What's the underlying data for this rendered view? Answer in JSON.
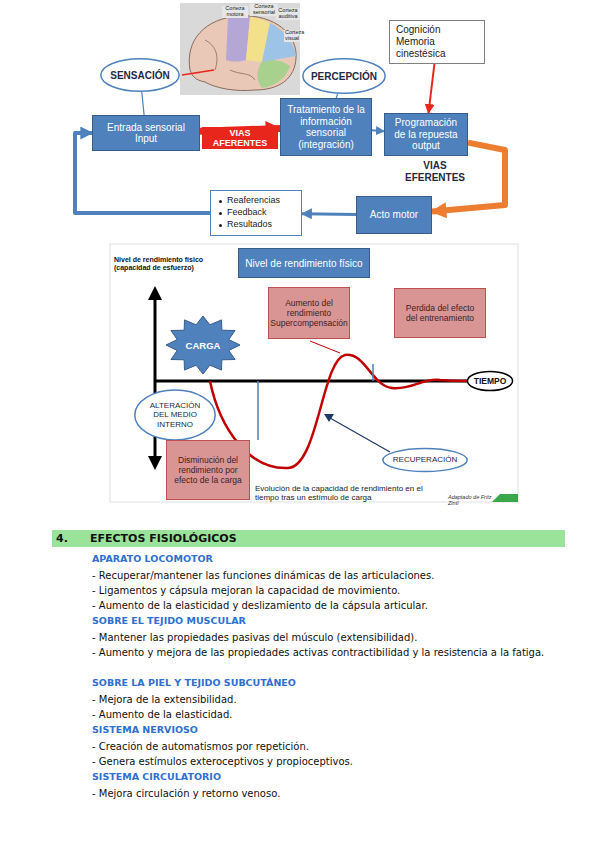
{
  "diagram": {
    "nodes": [
      {
        "text": [
          "SENSACIÓN"
        ]
      },
      {
        "text": [
          "Entrada sensorial Input"
        ]
      },
      {
        "text": [
          "Tratamiento de la información sensorial (integración)"
        ]
      },
      {
        "text": [
          "PERCEPCIÓN"
        ]
      },
      {
        "text": [
          "Cognición Memoria cinestésica"
        ]
      },
      {
        "text": [
          "Programación de la repuesta output"
        ]
      },
      {
        "text": [
          "Acto motor"
        ]
      },
      {
        "text": [
          "Reaferencias",
          "Feedback",
          "Resultados"
        ]
      },
      {
        "text": [
          "Nivel de rendimiento físico"
        ]
      },
      {
        "text": [
          "CARGA"
        ]
      },
      {
        "text": [
          "Aumento del rendimiento Supercompensación"
        ]
      },
      {
        "text": [
          "Perdida del efecto del entrenamiento"
        ]
      },
      {
        "text": [
          "TIEMPO"
        ]
      },
      {
        "text": [
          "ALTERACIÓN DEL MEDIO INTERNO"
        ]
      },
      {
        "text": [
          "RECUPERACIÓN"
        ]
      },
      {
        "text": [
          "Disminución del rendimiento por efecto de la carga"
        ]
      },
      {
        "text": [
          "4.",
          "EFECTOS FISIOLÓGICOS"
        ]
      }
    ],
    "edges": [
      {
        "from": 0,
        "to": 1,
        "arrow": "none"
      },
      {
        "from": 3,
        "to": 2,
        "arrow": "none"
      },
      {
        "from": 1,
        "to": 2,
        "label": "VIAS AFERENTES",
        "arrow": "to"
      },
      {
        "from": 2,
        "to": 5,
        "arrow": "to"
      },
      {
        "from": 4,
        "to": 5,
        "arrow": "to"
      },
      {
        "from": 5,
        "to": 6,
        "label": "VIAS EFERENTES",
        "arrow": "to"
      },
      {
        "from": 6,
        "to": 7,
        "arrow": "to"
      },
      {
        "from": 7,
        "to": 1,
        "arrow": "to"
      }
    ],
    "labels": [
      "Corteza motora",
      "Corteza sensorial",
      "Corteza auditiva",
      "Corteza visual",
      "Nivel de rendimiento físico (capacidad de esfuerzo)",
      "Evolución de la capacidad de rendimiento en el tiempo tras un estímulo de carga",
      "Adaptado de Fritz Zintl",
      "APARATO LOCOMOTOR",
      "- Recuperar/mantener las funciones dinámicas de las articulaciones.",
      "- Ligamentos y cápsula mejoran la capacidad de movimiento.",
      "- Aumento de la elasticidad y deslizamiento de la cápsula articular.",
      "SOBRE EL TEJIDO MUSCULAR",
      "- Mantener las propiedades pasivas del músculo (extensibilidad).",
      "- Aumento y mejora de las propiedades activas contractibilidad y la resistencia a la fatiga.",
      "SOBRE LA PIEL Y TEJIDO SUBCUTÁNEO",
      "- Mejora de la extensibilidad.",
      "- Aumento de la elasticidad.",
      "SISTEMA NERVIOSO",
      "- Creación de automatismos por repetición.",
      "- Genera estímulos exteroceptivos y propioceptivos.",
      "SISTEMA CIRCULATORIO",
      "- Mejora circulación y retorno venoso."
    ]
  }
}
